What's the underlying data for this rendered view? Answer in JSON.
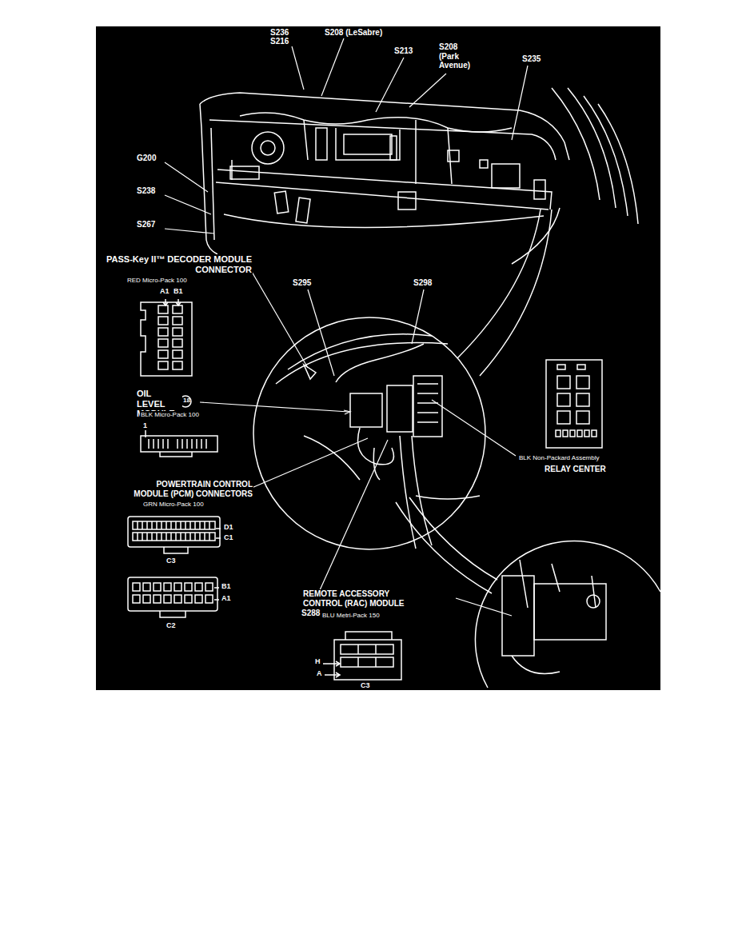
{
  "diagram": {
    "labels": [
      "S236",
      "S216",
      "S208 (LeSabre)",
      "S213",
      "S208 (Park Avenue)",
      "S235",
      "G200",
      "S238",
      "S267",
      "PASS-Key II™ DECODER MODULE CONNECTOR",
      "RED Micro-Pack 100",
      "A1",
      "B1",
      "S295",
      "S298",
      "OIL LEVEL MODULE",
      "18",
      "BLK Micro-Pack 100",
      "1",
      "BLK Non-Packard Assembly",
      "RELAY CENTER",
      "POWERTRAIN CONTROL MODULE (PCM) CONNECTORS",
      "GRN Micro-Pack 100",
      "D1",
      "C1",
      "C3",
      "S288",
      "B1",
      "A1",
      "C2",
      "REMOTE ACCESSORY CONTROL (RAC) MODULE",
      "BLU Metri-Pack 150",
      "H",
      "A",
      "C3"
    ]
  }
}
